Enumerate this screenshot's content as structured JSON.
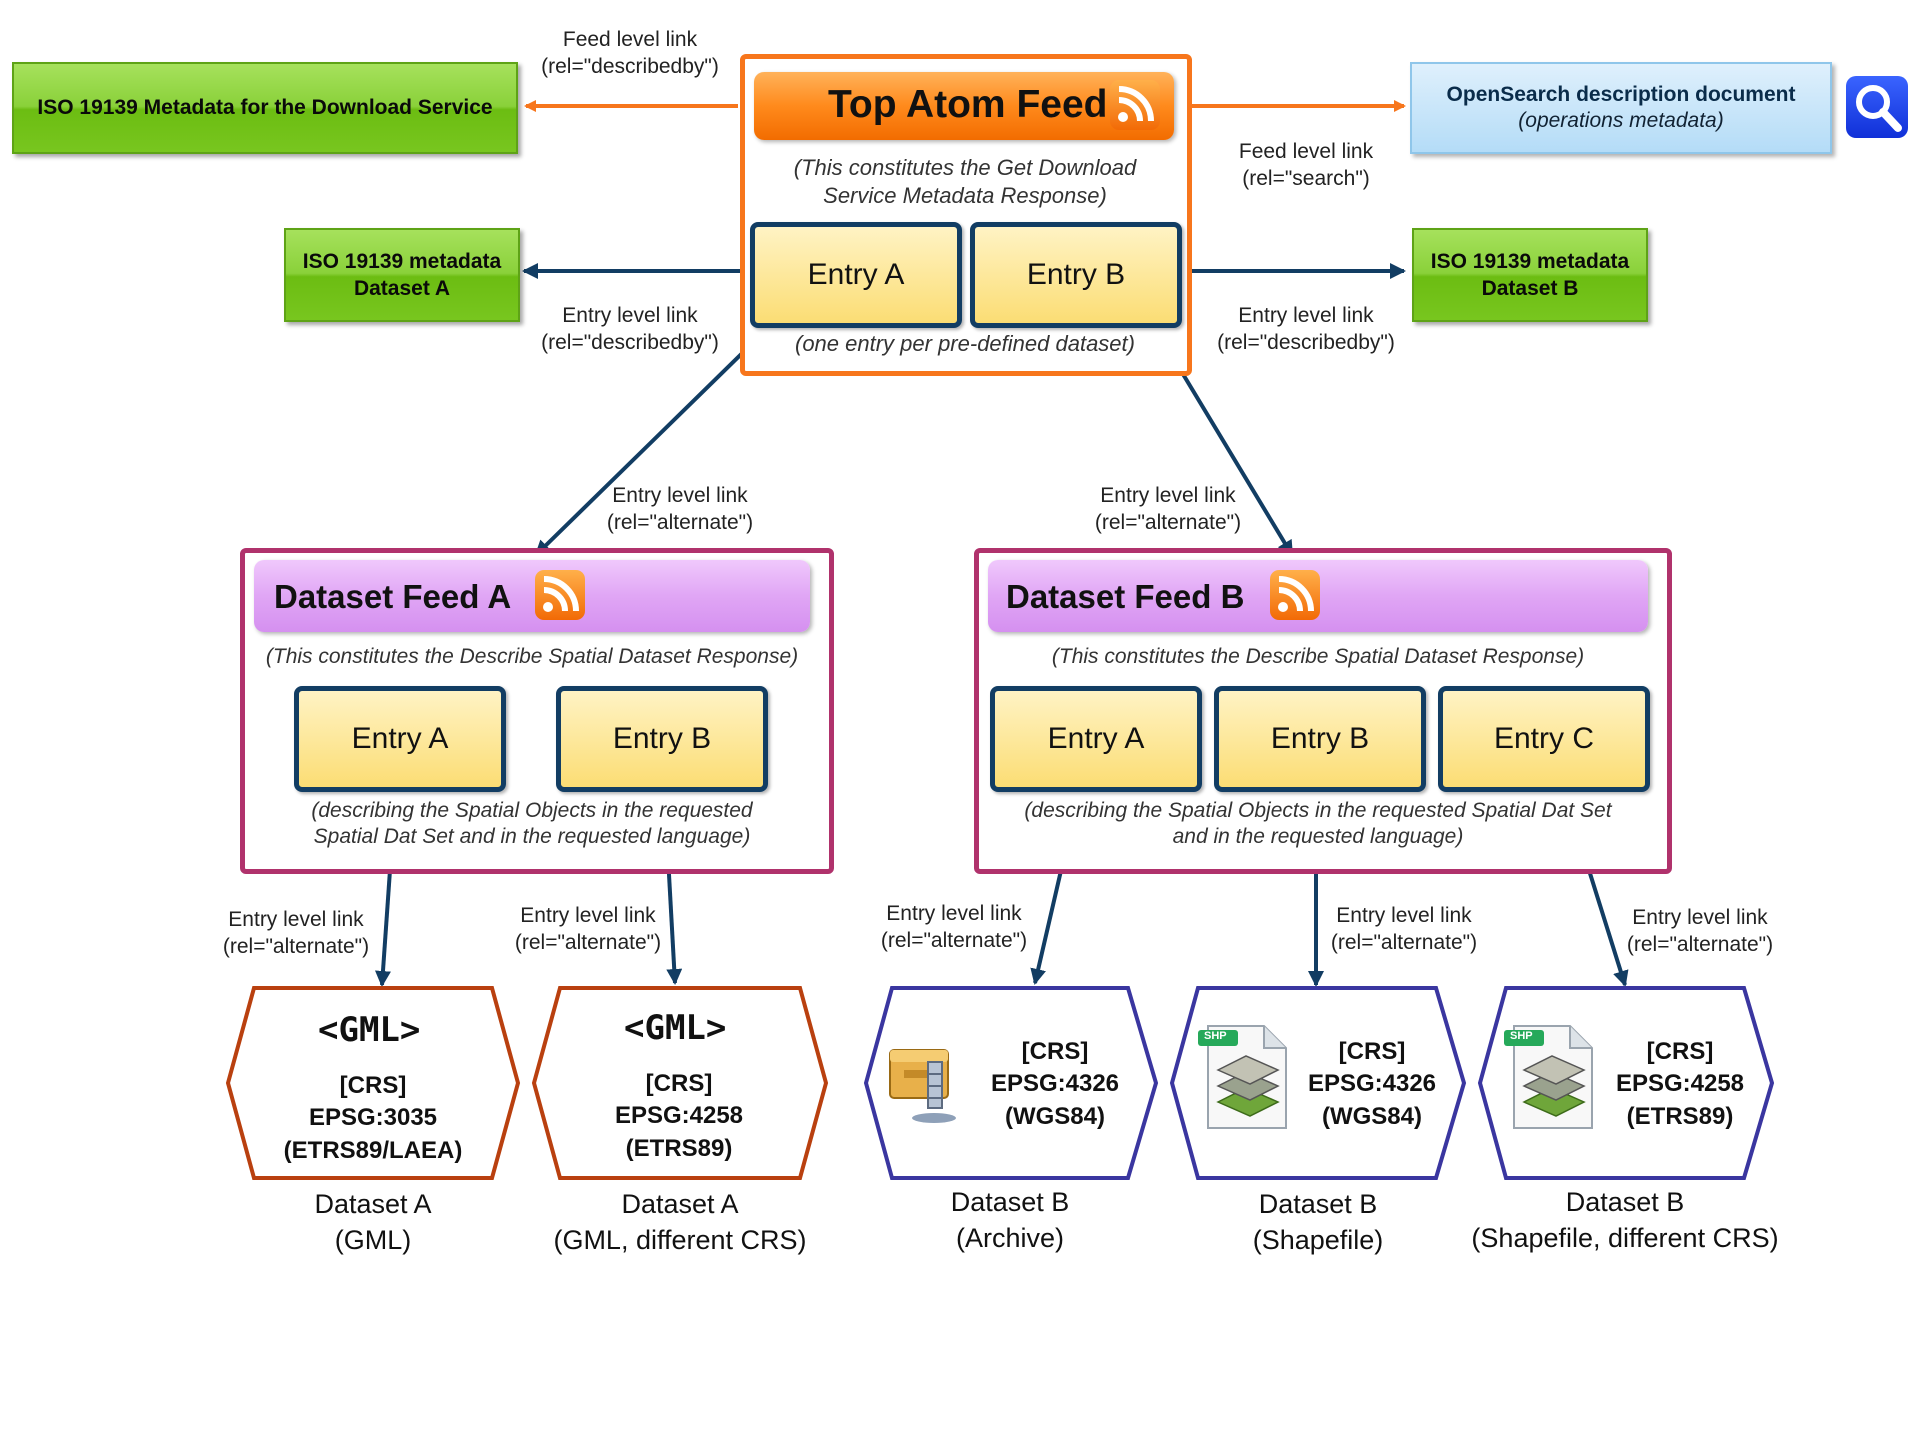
{
  "top_feed": {
    "title": "Top Atom Feed",
    "caption": [
      "(This constitutes the Get Download",
      "Service Metadata Response)"
    ],
    "entries": [
      "Entry A",
      "Entry B"
    ],
    "entries_caption": "(one entry per pre-defined dataset)"
  },
  "iso_service": "ISO 19139 Metadata for the Download Service",
  "opensearch": {
    "title": "OpenSearch description document",
    "subtitle": "(operations metadata)"
  },
  "iso_a": [
    "ISO 19139 metadata",
    "Dataset A"
  ],
  "iso_b": [
    "ISO 19139 metadata",
    "Dataset B"
  ],
  "links": {
    "feed_describedby": [
      "Feed level link",
      "(rel=\"describedby\")"
    ],
    "feed_search": [
      "Feed level link",
      "(rel=\"search\")"
    ],
    "entry_describedby_a": [
      "Entry level link",
      "(rel=\"describedby\")"
    ],
    "entry_describedby_b": [
      "Entry level link",
      "(rel=\"describedby\")"
    ],
    "alt_a": [
      "Entry level link",
      "(rel=\"alternate\")"
    ],
    "alt_b": [
      "Entry level link",
      "(rel=\"alternate\")"
    ],
    "alt_1": [
      "Entry level link",
      "(rel=\"alternate\")"
    ],
    "alt_2": [
      "Entry level link",
      "(rel=\"alternate\")"
    ],
    "alt_3": [
      "Entry level link",
      "(rel=\"alternate\")"
    ],
    "alt_4": [
      "Entry level link",
      "(rel=\"alternate\")"
    ],
    "alt_5": [
      "Entry level link",
      "(rel=\"alternate\")"
    ]
  },
  "feed_a": {
    "title": "Dataset Feed A",
    "caption": "(This constitutes the Describe Spatial Dataset Response)",
    "entries": [
      "Entry A",
      "Entry B"
    ],
    "entries_caption": [
      "(describing the Spatial Objects in the requested",
      "Spatial Dat Set and in the requested language)"
    ]
  },
  "feed_b": {
    "title": "Dataset Feed B",
    "caption": "(This constitutes the Describe Spatial Dataset Response)",
    "entries": [
      "Entry A",
      "Entry B",
      "Entry C"
    ],
    "entries_caption": [
      "(describing the Spatial Objects in the requested Spatial Dat Set",
      "and in the requested language)"
    ]
  },
  "gml_tag": "<GML>",
  "shp_tag": "SHP",
  "datasets": [
    {
      "crs": [
        "[CRS]",
        "EPSG:3035",
        "(ETRS89/LAEA)"
      ],
      "label": [
        "Dataset A",
        "(GML)"
      ]
    },
    {
      "crs": [
        "[CRS]",
        "EPSG:4258",
        "(ETRS89)"
      ],
      "label": [
        "Dataset A",
        "(GML, different CRS)"
      ]
    },
    {
      "crs": [
        "[CRS]",
        "EPSG:4326",
        "(WGS84)"
      ],
      "label": [
        "Dataset B",
        "(Archive)"
      ]
    },
    {
      "crs": [
        "[CRS]",
        "EPSG:4326",
        "(WGS84)"
      ],
      "label": [
        "Dataset B",
        "(Shapefile)"
      ]
    },
    {
      "crs": [
        "[CRS]",
        "EPSG:4258",
        "(ETRS89)"
      ],
      "label": [
        "Dataset B",
        "(Shapefile, different CRS)"
      ]
    }
  ],
  "colors": {
    "orange": "#f7761c",
    "navy": "#123d63",
    "magenta": "#b0326c",
    "red_brown": "#b9400f",
    "indigo": "#3a36a0",
    "green": "#7cc62a",
    "lavender": "#e0a6f5"
  }
}
